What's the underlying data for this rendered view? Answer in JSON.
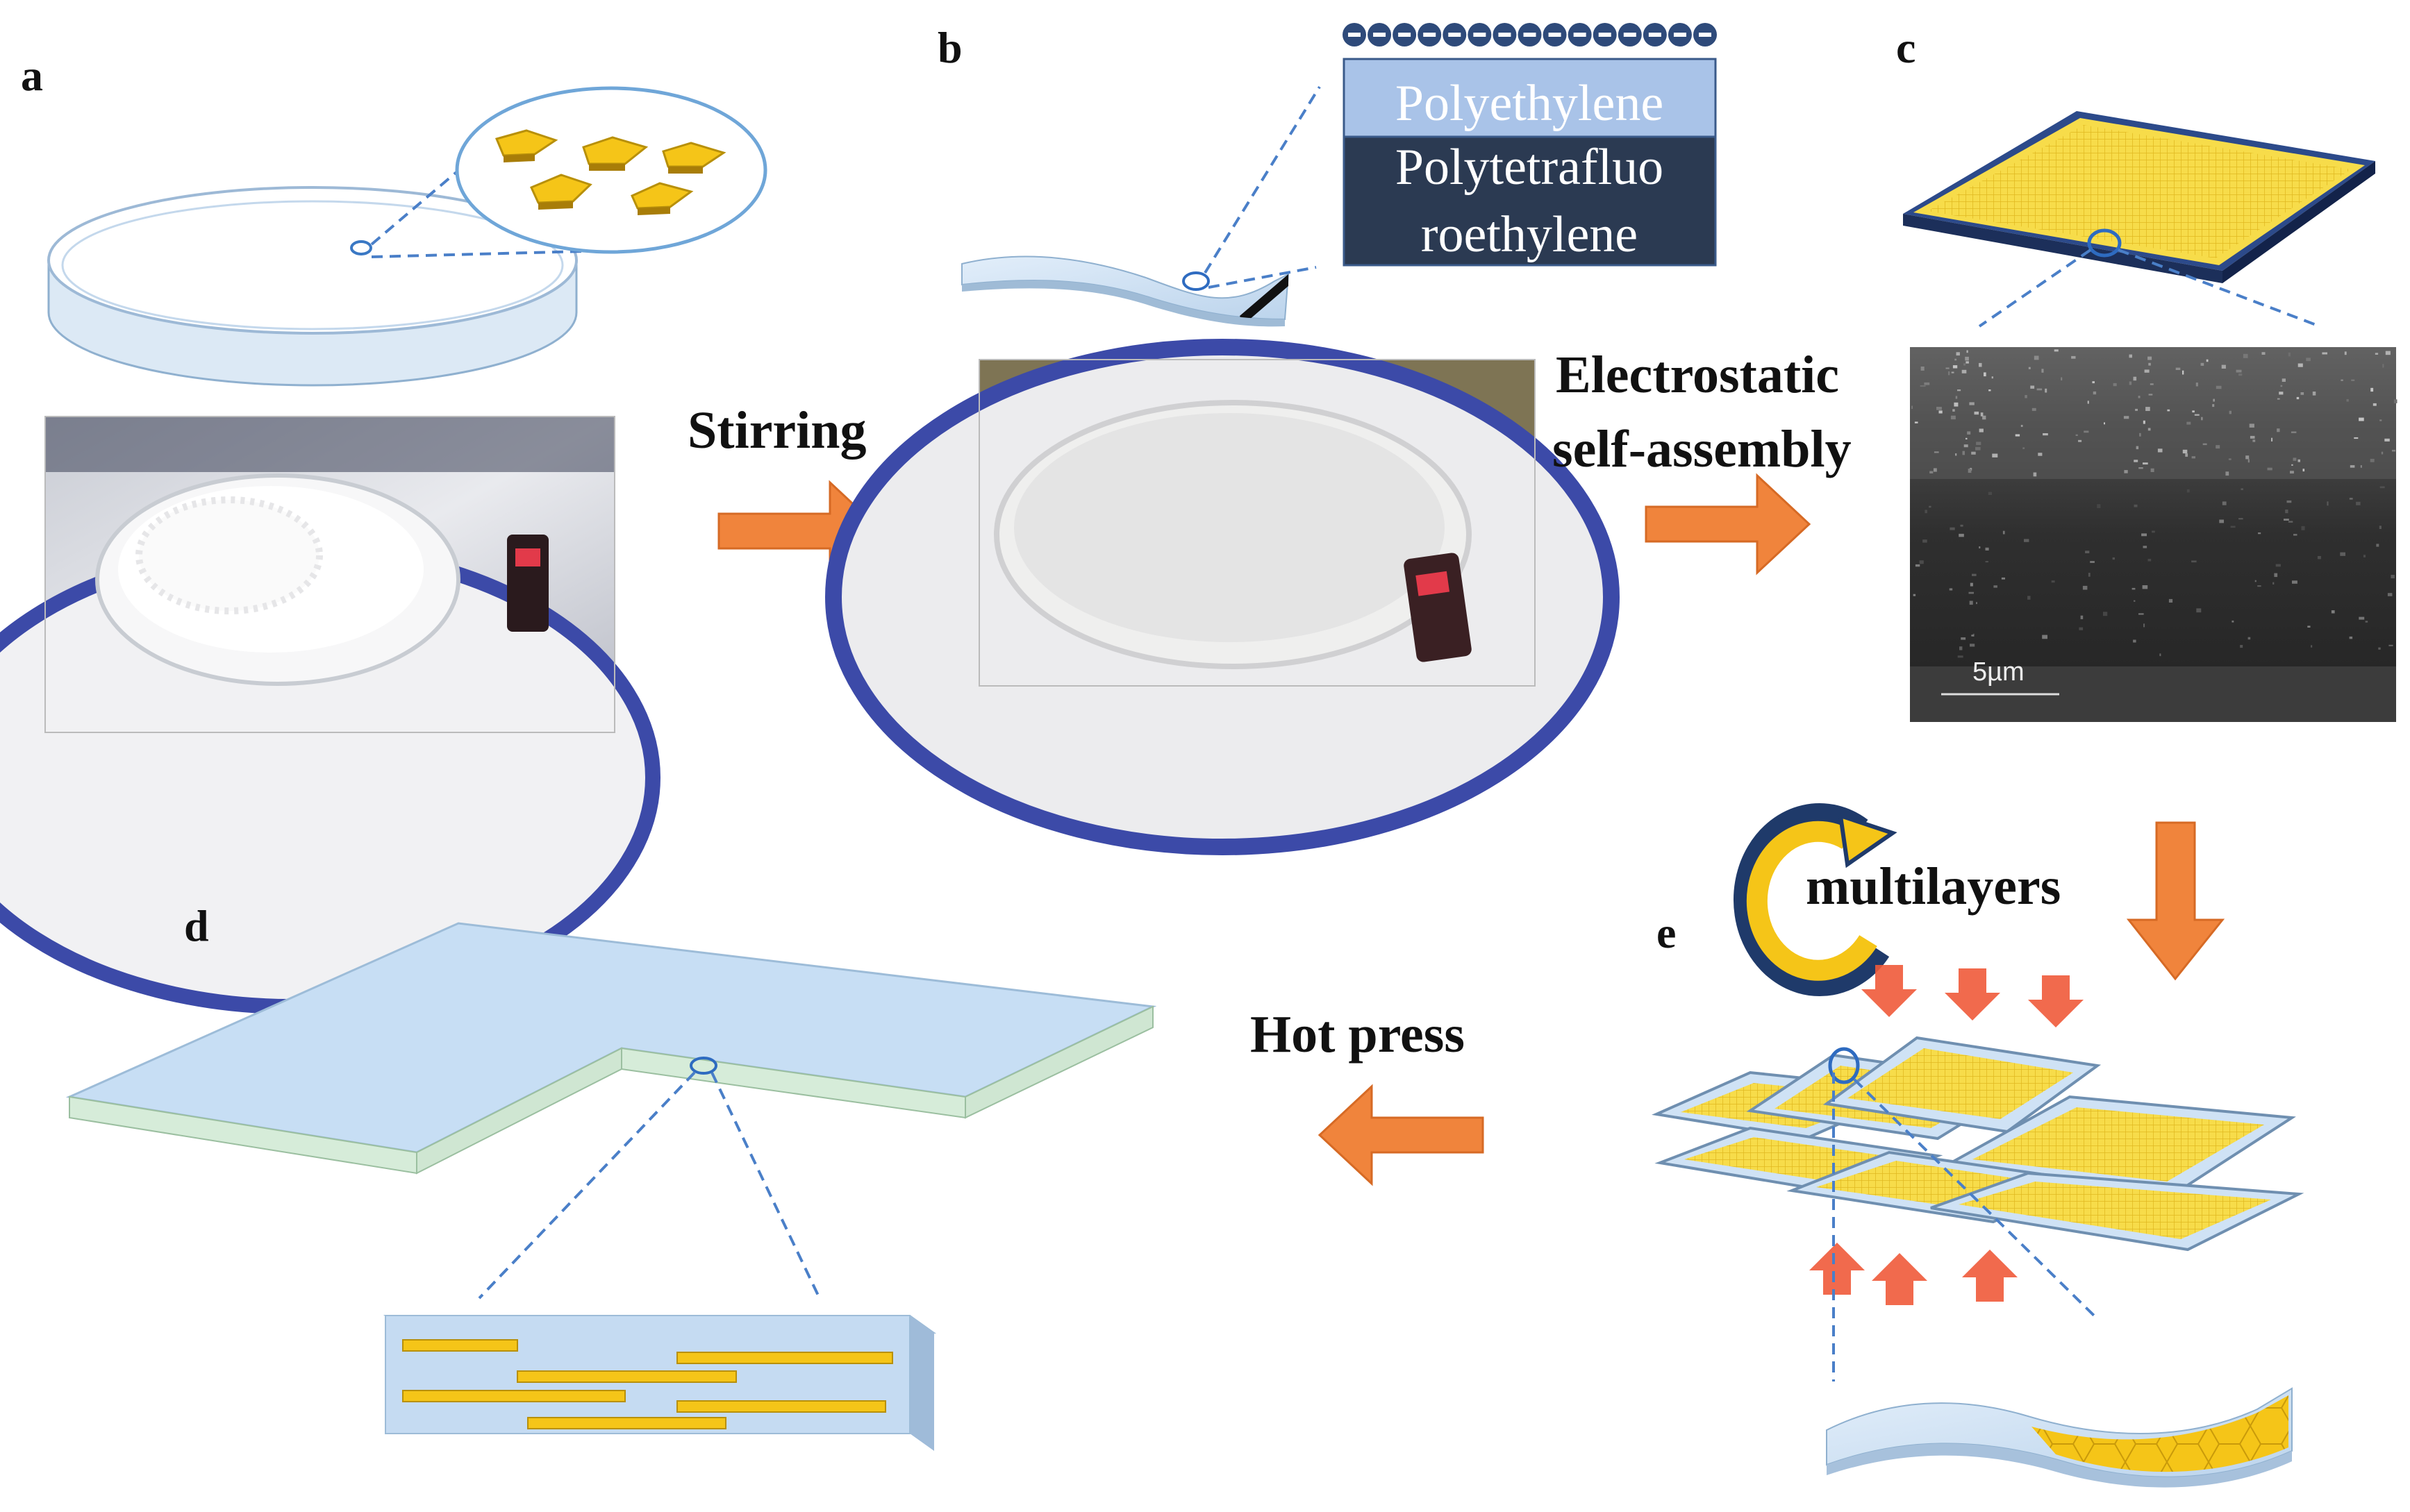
{
  "panels": {
    "a": {
      "label": "a"
    },
    "b": {
      "label": "b",
      "inset_top": "Polyethylene",
      "inset_mid1": "Polytetrafluo",
      "inset_mid2": "roethylene"
    },
    "c": {
      "label": "c",
      "scale_bar": "5µm"
    },
    "d": {
      "label": "d"
    },
    "e": {
      "label": "e"
    }
  },
  "steps": {
    "stirring": "Stirring",
    "electrostatic_line1": "Electrostatic",
    "electrostatic_line2": "self-assembly",
    "multilayers": "multilayers",
    "hot_press": "Hot press"
  },
  "colors": {
    "arrow": "#f0843c",
    "gold": "#f5c518",
    "gold_dark": "#b8900a",
    "film": "#cfe2f5",
    "film_edge": "#9dbcd8",
    "dashed": "#4a7fc8",
    "navy": "#2e4a7a",
    "dark_layer": "#2b3a52",
    "light_layer": "#a9c3e8"
  }
}
